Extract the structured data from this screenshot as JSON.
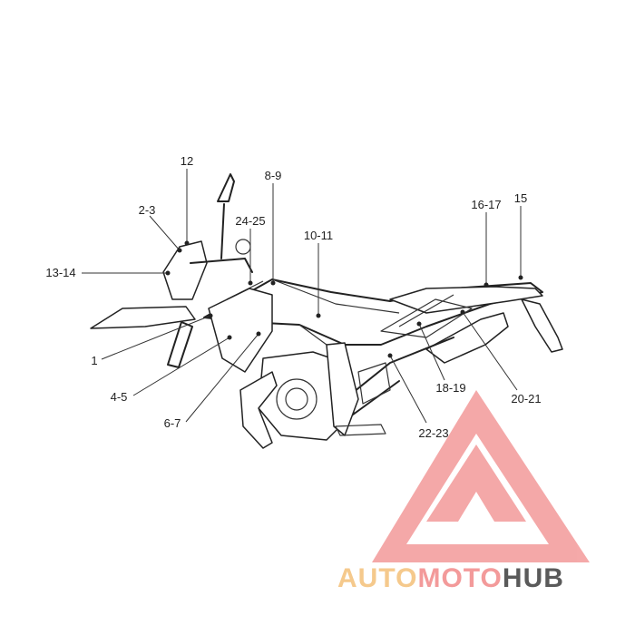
{
  "diagram": {
    "callouts": [
      {
        "id": "12",
        "label": "12"
      },
      {
        "id": "2-3",
        "label": "2-3"
      },
      {
        "id": "13-14",
        "label": "13-14"
      },
      {
        "id": "24-25",
        "label": "24-25"
      },
      {
        "id": "8-9",
        "label": "8-9"
      },
      {
        "id": "10-11",
        "label": "10-11"
      },
      {
        "id": "16-17",
        "label": "16-17"
      },
      {
        "id": "15",
        "label": "15"
      },
      {
        "id": "1",
        "label": "1"
      },
      {
        "id": "4-5",
        "label": "4-5"
      },
      {
        "id": "6-7",
        "label": "6-7"
      },
      {
        "id": "18-19",
        "label": "18-19"
      },
      {
        "id": "20-21",
        "label": "20-21"
      },
      {
        "id": "22-23",
        "label": "22-23"
      }
    ]
  },
  "watermark": {
    "part1": "AUTO",
    "part2": "MOTO",
    "part3": "HUB",
    "colors": {
      "auto": "#f5c98c",
      "moto": "#f39a9a",
      "hub": "#5a5a5a",
      "triangle": "#f39a9a"
    }
  }
}
